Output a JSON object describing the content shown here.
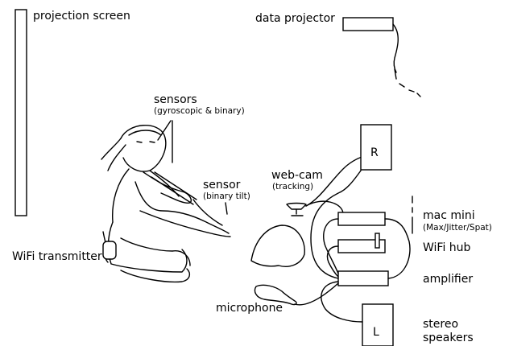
{
  "labels": {
    "projection_screen": "projection screen",
    "data_projector": "data projector",
    "sensors": "sensors",
    "sensors_sub": "(gyroscopic & binary)",
    "sensor": "sensor",
    "sensor_sub": "(binary tilt)",
    "web_cam": "web-cam",
    "web_cam_sub": "(tracking)",
    "mac_mini": "mac mini",
    "mac_mini_sub": "(Max/Jitter/Spat)",
    "wifi_hub": "WiFi hub",
    "amplifier": "amplifier",
    "wifi_transmitter": "WiFi transmitter",
    "microphone": "microphone",
    "stereo_speakers_line1": "stereo",
    "stereo_speakers_line2": "speakers",
    "speaker_right": "R",
    "speaker_left": "L"
  },
  "colors": {
    "ink": "#000000",
    "background": "#ffffff"
  }
}
